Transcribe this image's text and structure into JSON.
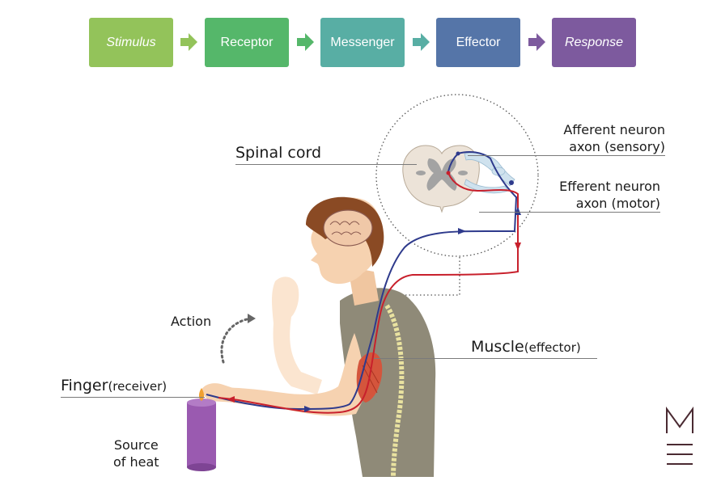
{
  "flow": {
    "steps": [
      {
        "label": "Stimulus",
        "color": "#93c35a",
        "italic": true
      },
      {
        "label": "Receptor",
        "color": "#55b76a",
        "italic": false
      },
      {
        "label": "Messenger",
        "color": "#58aea4",
        "italic": false
      },
      {
        "label": "Effector",
        "color": "#5575a8",
        "italic": false
      },
      {
        "label": "Response",
        "color": "#7d5a9e",
        "italic": true
      }
    ],
    "arrow_colors": [
      "#93c35a",
      "#55b76a",
      "#58aea4",
      "#7d5a9e"
    ]
  },
  "labels": {
    "spinal_cord": "Spinal cord",
    "afferent_line1": "Afferent neuron",
    "afferent_line2": "axon (sensory)",
    "efferent_line1": "Efferent neuron",
    "efferent_line2": "axon (motor)",
    "action": "Action",
    "muscle": "Muscle",
    "muscle_sub": "(effector)",
    "finger": "Finger",
    "finger_sub": "(receiver)",
    "source_line1": "Source",
    "source_line2": "of heat"
  },
  "colors": {
    "afferent": "#2e3a8c",
    "efferent": "#c8202c",
    "skin": "#f6d2b0",
    "shirt": "#8f8a78",
    "hair": "#8a4a24",
    "candle": "#9a5ab0",
    "logo": "#4a2a32"
  },
  "icons": {
    "logo": "m-logo-icon"
  }
}
